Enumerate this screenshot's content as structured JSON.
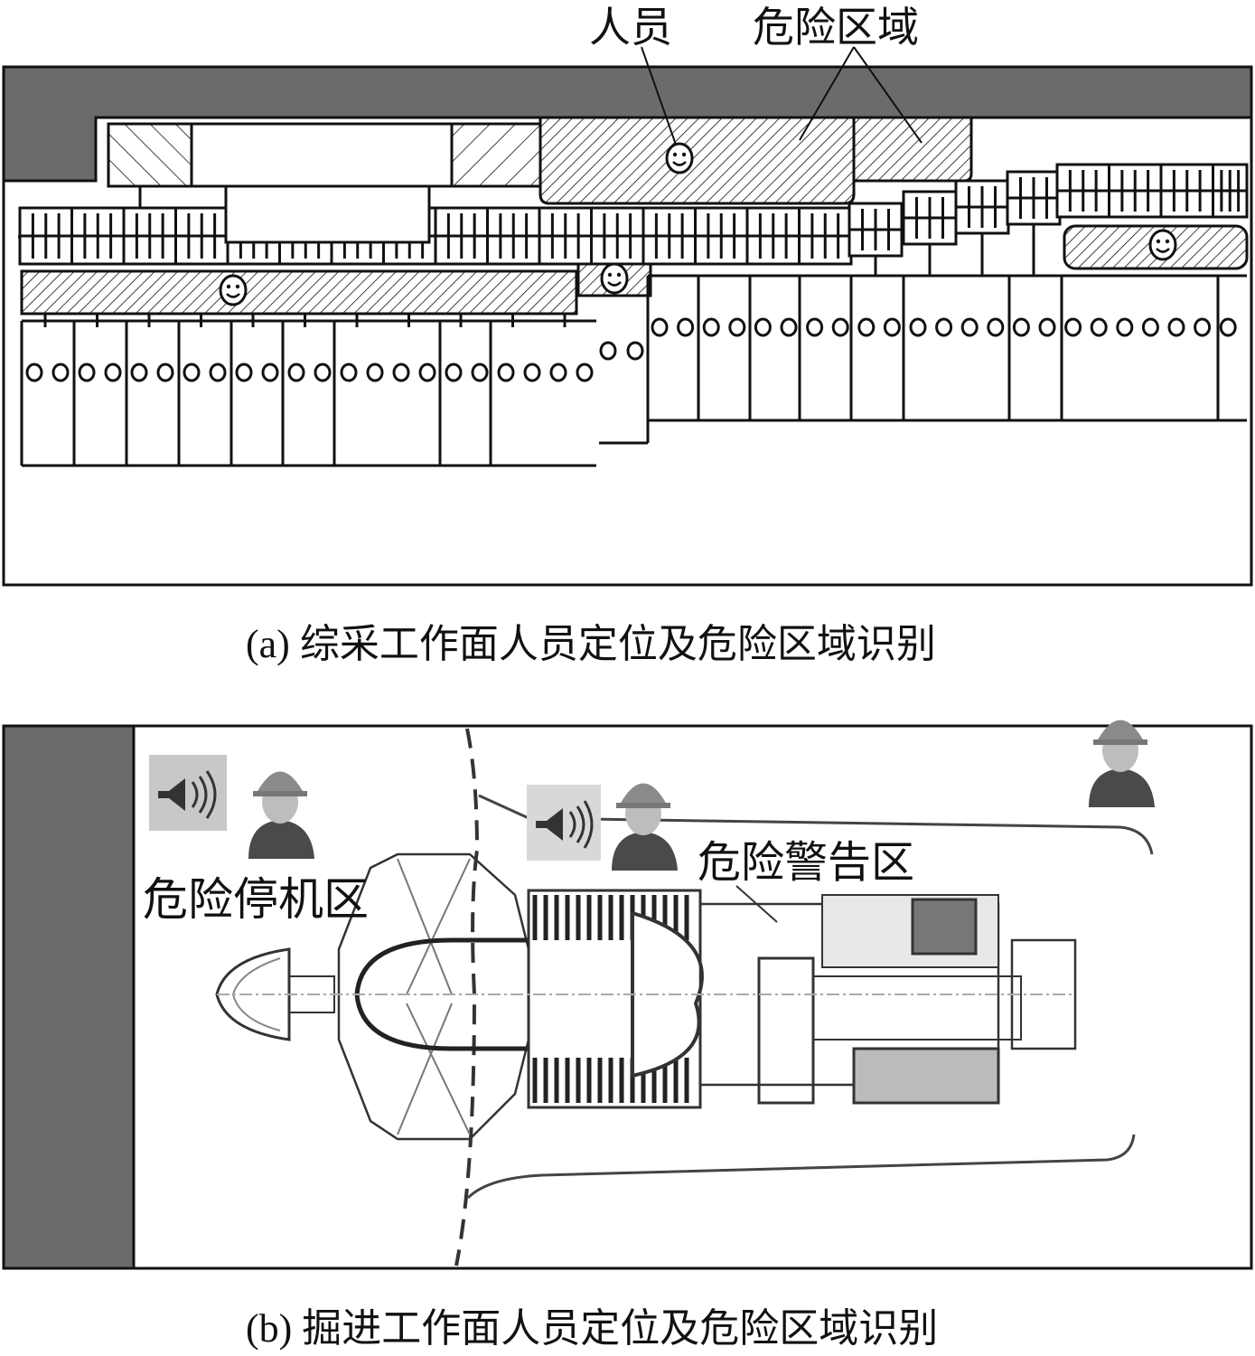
{
  "panel_a": {
    "label_person": "人员",
    "label_danger_zone": "危险区域",
    "caption": "(a)  综采工作面人员定位及危险区域识别"
  },
  "panel_b": {
    "label_stop_zone": "危险停机区",
    "label_warning_zone": "危险警告区",
    "caption": "(b)  掘进工作面人员定位及危险区域识别"
  },
  "colors": {
    "wall": "#6b6b6b",
    "line": "#111111"
  }
}
